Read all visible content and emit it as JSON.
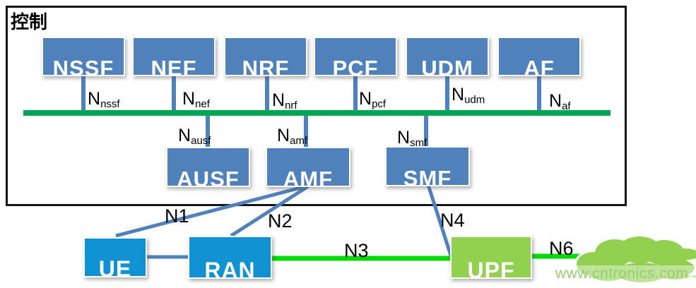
{
  "diagram": {
    "control_label": "控制",
    "top_nodes": [
      {
        "label": "NSSF",
        "if_main": "N",
        "if_sub": "nssf"
      },
      {
        "label": "NEF",
        "if_main": "N",
        "if_sub": "nef"
      },
      {
        "label": "NRF",
        "if_main": "N",
        "if_sub": "nrf"
      },
      {
        "label": "PCF",
        "if_main": "N",
        "if_sub": "pcf"
      },
      {
        "label": "UDM",
        "if_main": "N",
        "if_sub": "udm"
      },
      {
        "label": "AF",
        "if_main": "N",
        "if_sub": "af"
      }
    ],
    "mid_nodes": [
      {
        "label": "AUSF",
        "if_main": "N",
        "if_sub": "ausf"
      },
      {
        "label": "AMF",
        "if_main": "N",
        "if_sub": "amf"
      },
      {
        "label": "SMF",
        "if_main": "N",
        "if_sub": "smf"
      }
    ],
    "bottom_nodes": [
      {
        "label": "UE"
      },
      {
        "label": "RAN"
      },
      {
        "label": "UPF"
      }
    ],
    "links": {
      "n1": "N1",
      "n2": "N2",
      "n3": "N3",
      "n4": "N4",
      "n6": "N6"
    },
    "colors": {
      "nf_box_blue": "#4f81bd",
      "access_box_blue": "#1092d2",
      "upf_green": "#92d050",
      "service_bus_green": "#00a651",
      "user_plane_link_green": "#00dc00",
      "connector_blue": "#4f81bd",
      "frame_black": "#141414"
    }
  },
  "watermark": {
    "text": "www.cntronics.com"
  }
}
